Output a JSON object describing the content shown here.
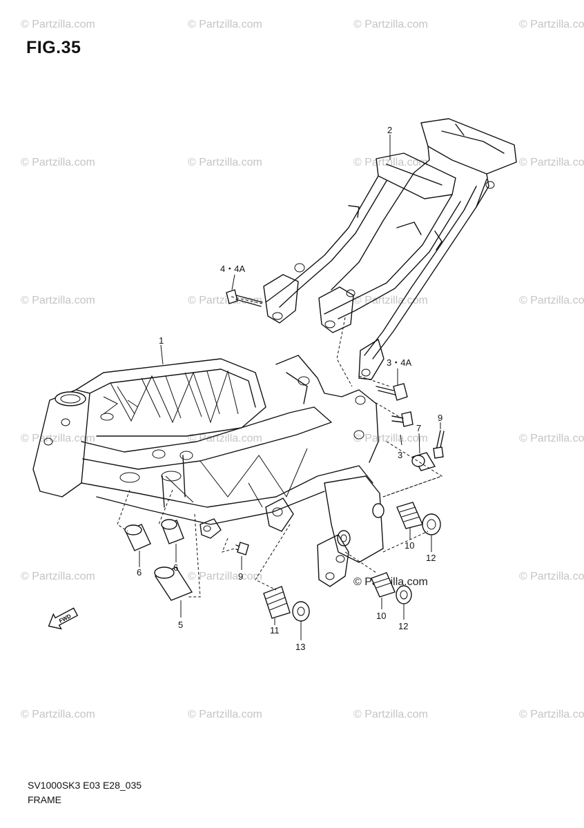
{
  "figure": {
    "title": "FIG.35",
    "model_code": "SV1000SK3 E03 E28_035",
    "name": "FRAME"
  },
  "watermark": {
    "text": "© Partzilla.com",
    "highlighted_text": "© Partzilla.com"
  },
  "fwd_arrow_label": "FWD",
  "callouts": [
    {
      "label": "1"
    },
    {
      "label": "2"
    },
    {
      "label": "3"
    },
    {
      "label": "3・4A"
    },
    {
      "label": "4・4A"
    },
    {
      "label": "5"
    },
    {
      "label": "6"
    },
    {
      "label": "6"
    },
    {
      "label": "7"
    },
    {
      "label": "9"
    },
    {
      "label": "9"
    },
    {
      "label": "10"
    },
    {
      "label": "10"
    },
    {
      "label": "11"
    },
    {
      "label": "12"
    },
    {
      "label": "12"
    },
    {
      "label": "13"
    }
  ]
}
